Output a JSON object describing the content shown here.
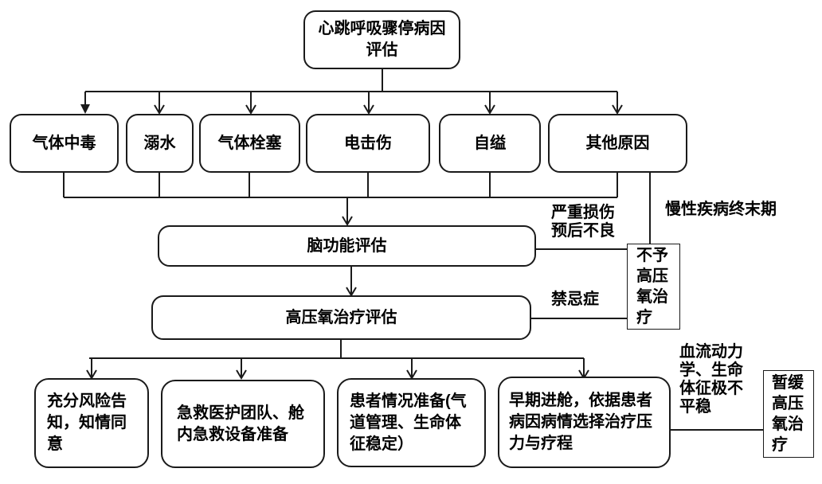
{
  "flowchart": {
    "root": {
      "label": "心跳呼吸骤停病因评估"
    },
    "causes": [
      {
        "label": "气体中毒"
      },
      {
        "label": "溺水"
      },
      {
        "label": "气体栓塞"
      },
      {
        "label": "电击伤"
      },
      {
        "label": "自缢"
      },
      {
        "label": "其他原因"
      }
    ],
    "brain_eval": {
      "label": "脑功能评估"
    },
    "hbo_eval": {
      "label": "高压氧治疗评估"
    },
    "no_hbo": {
      "label": "不予高压氧治疗"
    },
    "defer_hbo": {
      "label": "暂缓高压氧治疗"
    },
    "preparations": [
      {
        "label": "充分风险告知，知情同意"
      },
      {
        "label": "急救医护团队、舱内急救设备准备"
      },
      {
        "label": "患者情况准备(气道管理、生命体征稳定）"
      },
      {
        "label": "早期进舱，依据患者病因病情选择治疗压力与疗程"
      }
    ],
    "edge_labels": {
      "severe_injury": "严重损伤预后不良",
      "chronic_disease": "慢性疾病终末期",
      "contraindication": "禁忌症",
      "hemodynamic": "血流动力学、生命体征极不平稳"
    },
    "colors": {
      "line": "#1a1a1a",
      "text": "#000000",
      "background": "#ffffff"
    }
  }
}
